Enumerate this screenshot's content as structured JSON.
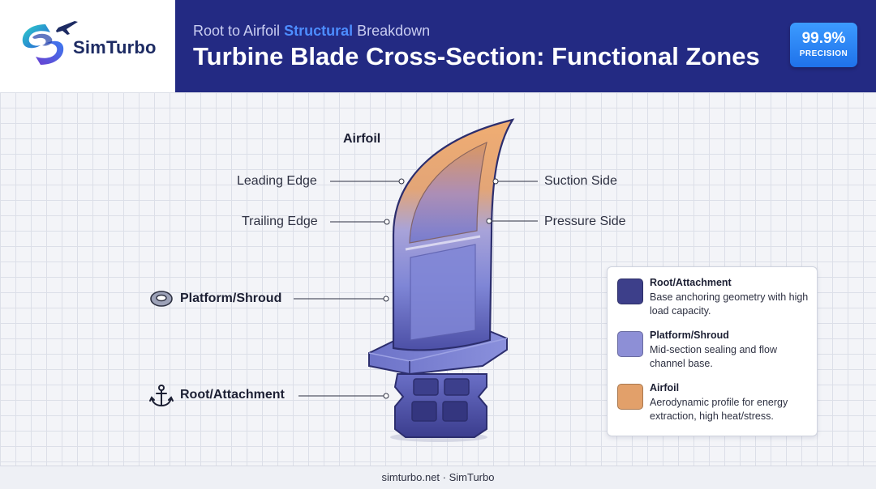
{
  "brand": {
    "name": "SimTurbo",
    "logo_icon": "simturbo-swirl-plane-logo"
  },
  "header": {
    "subtitle_pre": "Root to Airfoil ",
    "subtitle_accent": "Structural",
    "subtitle_post": " Breakdown",
    "title": "Turbine Blade Cross-Section: Functional Zones",
    "badge_value": "99.9%",
    "badge_label": "PRECISION"
  },
  "diagram": {
    "labels": {
      "airfoil": "Airfoil",
      "leading_edge": "Leading Edge",
      "trailing_edge": "Trailing Edge",
      "suction_side": "Suction Side",
      "pressure_side": "Pressure Side",
      "platform": "Platform/Shroud",
      "root": "Root/Attachment"
    },
    "icons": {
      "platform": "ring-icon",
      "root": "anchor-icon"
    }
  },
  "legend": {
    "items": [
      {
        "title": "Root/Attachment",
        "desc": "Base anchoring geometry with high load capacity.",
        "color": "#3d3f8a"
      },
      {
        "title": "Platform/Shroud",
        "desc": "Mid-section sealing and flow channel base.",
        "color": "#8d8fd6"
      },
      {
        "title": "Airfoil",
        "desc": "Aerodynamic profile for energy extraction, high heat/stress.",
        "color": "#e2a06a"
      }
    ]
  },
  "footer": {
    "text": "simturbo.net · SimTurbo"
  },
  "colors": {
    "banner": "#232a83",
    "accent": "#4d8dff",
    "badge": "#2a85f6"
  }
}
